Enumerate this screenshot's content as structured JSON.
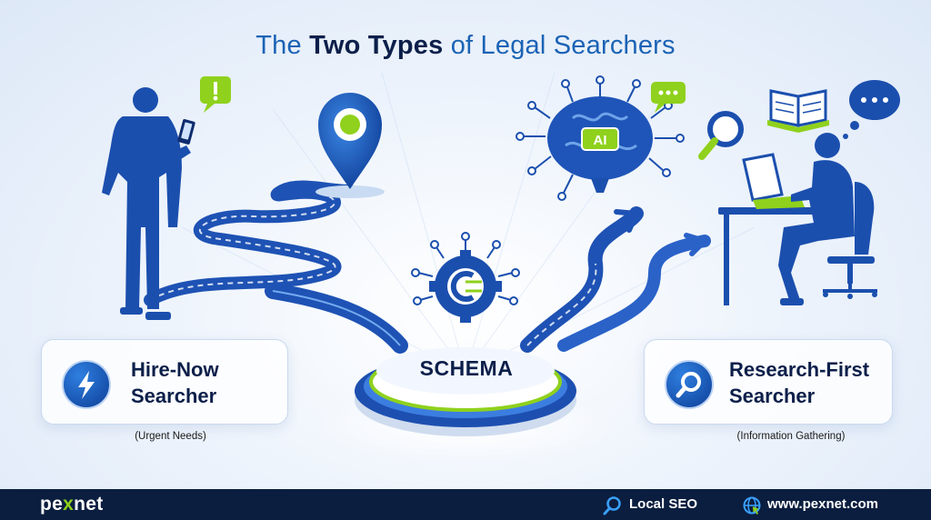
{
  "title": {
    "part1": "The ",
    "part2": "Two Types",
    "part3": " of Legal Searchers"
  },
  "left_card": {
    "icon": "lightning-bolt-icon",
    "label_line1": "Hire-Now",
    "label_line2": "Searcher",
    "caption": "(Urgent Needs)"
  },
  "right_card": {
    "icon": "magnifier-icon",
    "label_line1": "Research-First",
    "label_line2": "Searcher",
    "caption": "(Information Gathering)"
  },
  "center": {
    "label": "SCHEMA"
  },
  "ai_badge": "AI",
  "footer": {
    "brand_pre": "pe",
    "brand_x": "x",
    "brand_post": "net",
    "local_seo": "Local SEO",
    "website": "www.pexnet.com"
  },
  "colors": {
    "navy": "#0c1f4a",
    "blue": "#1b63b5",
    "accent_green": "#8fd11c",
    "footer_bg": "#0b1e3f"
  }
}
